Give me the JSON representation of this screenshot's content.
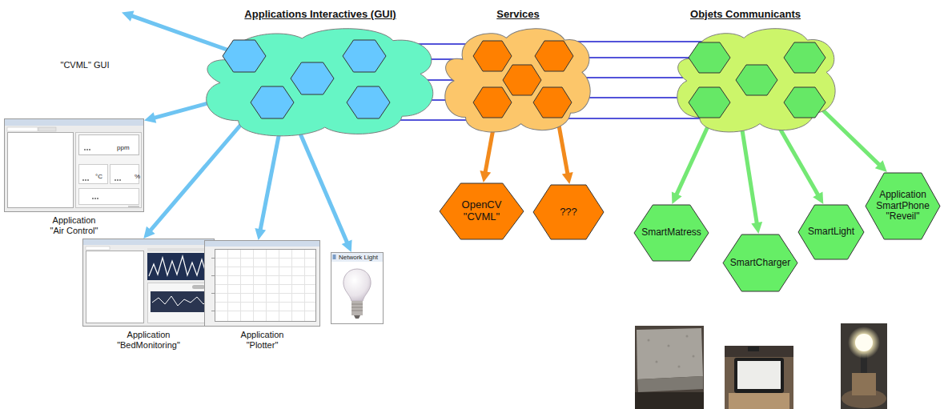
{
  "diagram": {
    "nodes": [
      {
        "text": [
          "Applications Interactives (GUI)"
        ]
      },
      {
        "text": [
          "Services"
        ]
      },
      {
        "text": [
          "Objets Communicants"
        ]
      },
      {
        "text": [
          "\"CVML\" GUI"
        ]
      },
      {
        "text": [
          "Application \"Air Control\""
        ]
      },
      {
        "text": [
          "Application \"BedMonitoring\""
        ]
      },
      {
        "text": [
          "Application \"Plotter\""
        ]
      },
      {
        "text": [
          "Network Light"
        ]
      },
      {
        "text": [
          "OpenCV \"CVML\""
        ]
      },
      {
        "text": [
          "???"
        ]
      },
      {
        "text": [
          "SmartMatress"
        ]
      },
      {
        "text": [
          "SmartCharger"
        ]
      },
      {
        "text": [
          "SmartLight"
        ]
      },
      {
        "text": [
          "Application SmartPhone \"Reveil\""
        ]
      }
    ],
    "edges": [
      {
        "from": 0,
        "to": 1,
        "arrow": "none"
      },
      {
        "from": 0,
        "to": 1,
        "arrow": "none"
      },
      {
        "from": 0,
        "to": 1,
        "arrow": "none"
      },
      {
        "from": 0,
        "to": 1,
        "arrow": "none"
      },
      {
        "from": 0,
        "to": 1,
        "arrow": "none"
      },
      {
        "from": 1,
        "to": 2,
        "arrow": "none"
      },
      {
        "from": 1,
        "to": 2,
        "arrow": "none"
      },
      {
        "from": 1,
        "to": 2,
        "arrow": "none"
      },
      {
        "from": 1,
        "to": 2,
        "arrow": "none"
      },
      {
        "from": 1,
        "to": 2,
        "arrow": "none"
      },
      {
        "from": 0,
        "to": 3,
        "arrow": "to"
      },
      {
        "from": 0,
        "to": 4,
        "arrow": "to"
      },
      {
        "from": 0,
        "to": 5,
        "arrow": "to"
      },
      {
        "from": 0,
        "to": 6,
        "arrow": "to"
      },
      {
        "from": 0,
        "to": 7,
        "arrow": "to"
      },
      {
        "from": 1,
        "to": 8,
        "arrow": "to"
      },
      {
        "from": 1,
        "to": 9,
        "arrow": "to"
      },
      {
        "from": 2,
        "to": 10,
        "arrow": "to"
      },
      {
        "from": 2,
        "to": 11,
        "arrow": "to"
      },
      {
        "from": 2,
        "to": 12,
        "arrow": "to"
      },
      {
        "from": 2,
        "to": 13,
        "arrow": "to"
      }
    ],
    "labels": [
      "ppm",
      "°C",
      "%"
    ]
  }
}
